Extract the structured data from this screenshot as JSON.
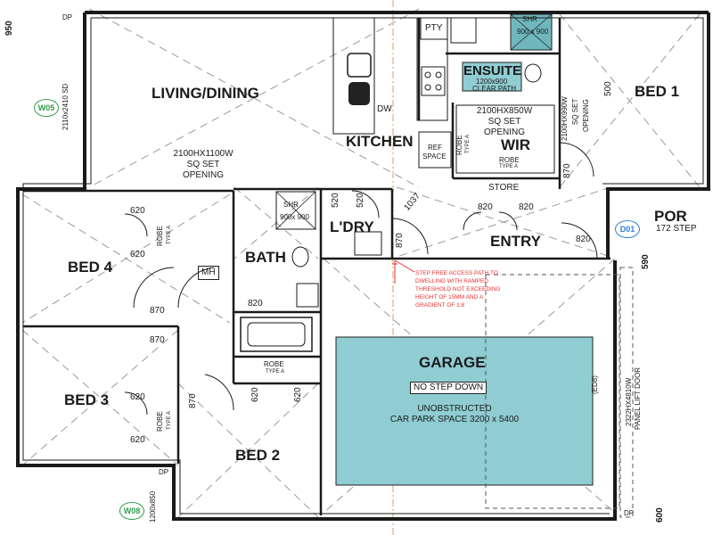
{
  "rooms": {
    "living_dining": "LIVING/DINING",
    "kitchen": "KITCHEN",
    "ensuite": "ENSUITE",
    "bed1": "BED 1",
    "wir": "WIR",
    "store": "STORE",
    "entry": "ENTRY",
    "por": "POR",
    "laundry": "L'DRY",
    "bath": "BATH",
    "bed4": "BED 4",
    "bed3": "BED 3",
    "bed2": "BED 2",
    "garage": "GARAGE",
    "pty": "PTY",
    "mh": "MH"
  },
  "fixtures": {
    "shr_ensuite": "SHR",
    "shr_ensuite_size": "900 x 900",
    "shr_bath": "SHR",
    "shr_bath_size": "900x 900",
    "ensuite_clear": "1200x900",
    "ensuite_clear_2": "CLEAR PATH",
    "ref_space": "REF",
    "ref_space_2": "SPACE",
    "dw": "DW",
    "robe": "ROBE",
    "type_a": "TYPE A"
  },
  "openings": {
    "living_opening_1": "2100HX1100W",
    "living_opening_2": "SQ SET",
    "living_opening_3": "OPENING",
    "wir_opening_1": "2100HX850W",
    "wir_opening_2": "SQ SET",
    "wir_opening_3": "OPENING",
    "bed1_opening_1": "2100HX990W",
    "bed1_opening_2": "SQ SET",
    "bed1_opening_3": "OPENING"
  },
  "dimensions": {
    "d620": "620",
    "d870": "870",
    "d820": "820",
    "d520": "520",
    "d1037": "1037",
    "d500": "500",
    "d590": "590",
    "d600": "600",
    "d950": "950"
  },
  "windows": {
    "w05": "W05",
    "w05_size": "2110x2410 SD",
    "w08": "W08",
    "w08_size": "1200x850",
    "dp": "DP"
  },
  "doors": {
    "d01": "D01",
    "step": "172 STEP",
    "garage_door_1": "2322HX4810W",
    "garage_door_2": "PANEL LIFT DOOR",
    "ed8": "(ED8)"
  },
  "garage": {
    "no_step": "NO STEP DOWN",
    "unobstructed": "UNOBSTRUCTED",
    "car_park": "CAR PARK SPACE 3200 x 5400"
  },
  "access_note": [
    "STEP FREE ACCESS PATH TO",
    "DWELLING WITH RAMPED",
    "THRESHOLD NOT EXCEEDING",
    "HEIGHT OF 15MM AND A",
    "GRADIENT OF 1:8"
  ],
  "colors": {
    "wall": "#1a1a1a",
    "diagonal": "#9a9a9a",
    "garage_fill": "#8fcdd3",
    "ensuite_fill": "#8fcdd3",
    "shower_fill": "#6fb7bd",
    "window_badge": "#2e9e4a",
    "door_badge": "#2f7fd6",
    "note_red": "#e8302e",
    "centerline": "#d9a15a"
  }
}
